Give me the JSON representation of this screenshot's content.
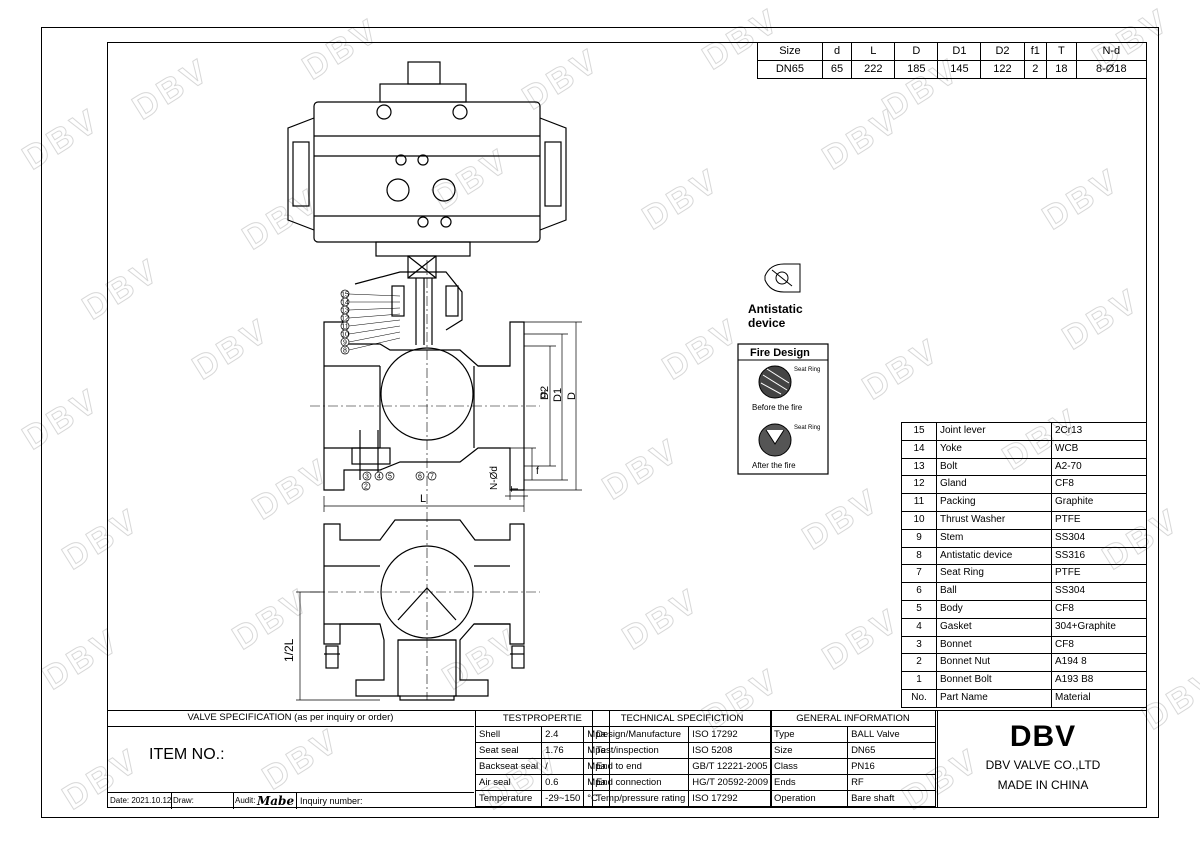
{
  "dimensions": {
    "headers": [
      "Size",
      "d",
      "L",
      "D",
      "D1",
      "D2",
      "f1",
      "T",
      "N-d"
    ],
    "row": [
      "DN65",
      "65",
      "222",
      "185",
      "145",
      "122",
      "2",
      "18",
      "8-Ø18"
    ]
  },
  "labels": {
    "antistatic_line1": "Antistatic",
    "antistatic_line2": "device",
    "fire_design": "Fire Design",
    "seat_ring_1": "Seat Ring",
    "seat_ring_2": "Seat Ring",
    "before_fire": "Before the fire",
    "after_fire": "After the fire",
    "dim_d": "d",
    "dim_D2": "D2",
    "dim_D1": "D1",
    "dim_D": "D",
    "dim_Nd": "N-Ød",
    "dim_T": "T",
    "dim_f": "f",
    "dim_L": "L",
    "dim_halfL": "1/2L"
  },
  "parts": {
    "header": [
      "No.",
      "Part Name",
      "Material"
    ],
    "rows": [
      [
        "15",
        "Joint lever",
        "2Cr13"
      ],
      [
        "14",
        "Yoke",
        "WCB"
      ],
      [
        "13",
        "Bolt",
        "A2-70"
      ],
      [
        "12",
        "Gland",
        "CF8"
      ],
      [
        "11",
        "Packing",
        "Graphite"
      ],
      [
        "10",
        "Thrust Washer",
        "PTFE"
      ],
      [
        "9",
        "Stem",
        "SS304"
      ],
      [
        "8",
        "Antistatic device",
        "SS316"
      ],
      [
        "7",
        "Seat Ring",
        "PTFE"
      ],
      [
        "6",
        "Ball",
        "SS304"
      ],
      [
        "5",
        "Body",
        "CF8"
      ],
      [
        "4",
        "Gasket",
        "304+Graphite"
      ],
      [
        "3",
        "Bonnet",
        "CF8"
      ],
      [
        "2",
        "Bonnet Nut",
        "A194 8"
      ],
      [
        "1",
        "Bonnet Bolt",
        "A193 B8"
      ]
    ]
  },
  "spec": {
    "valve_spec_title": "VALVE SPECIFICATION (as per inquiry or order)",
    "item_no": "ITEM NO.:",
    "date": "Date: 2021.10.12",
    "draw": "Draw:",
    "audit": "Audit:",
    "signature": "Mabe",
    "inquiry": "Inquiry number:",
    "test_title": "TESTPROPERTIE",
    "test_rows": [
      [
        "Shell",
        "2.4",
        "Mpa"
      ],
      [
        "Seat seal",
        "1.76",
        "Mpa"
      ],
      [
        "Backseat seal",
        "/",
        "Mpa"
      ],
      [
        "Air seal",
        "0.6",
        "Mpa"
      ],
      [
        "Temperature",
        "-29~150",
        "°C"
      ]
    ],
    "tech_title": "TECHNICAL SPECIFICTION",
    "tech_rows": [
      [
        "Design/Manufacture",
        "ISO 17292"
      ],
      [
        "Test/inspection",
        "ISO 5208"
      ],
      [
        "End to end",
        "GB/T 12221-2005"
      ],
      [
        "End connection",
        "HG/T 20592-2009"
      ],
      [
        "Temp/pressure rating",
        "ISO 17292"
      ]
    ],
    "gen_title": "GENERAL INFORMATION",
    "gen_rows": [
      [
        "Type",
        "BALL Valve"
      ],
      [
        "Size",
        "DN65"
      ],
      [
        "Class",
        "PN16"
      ],
      [
        "Ends",
        "RF"
      ],
      [
        "Operation",
        "Bare shaft"
      ]
    ]
  },
  "brand": {
    "logo": "DBV",
    "company": "DBV VALVE  CO.,LTD",
    "made_in": "MADE IN CHINA"
  },
  "watermark": "DBV",
  "balloons": [
    "15",
    "14",
    "13",
    "12",
    "11",
    "10",
    "9",
    "8"
  ],
  "bottom_balloons": [
    "2",
    "3",
    "4",
    "5",
    "6",
    "7"
  ]
}
